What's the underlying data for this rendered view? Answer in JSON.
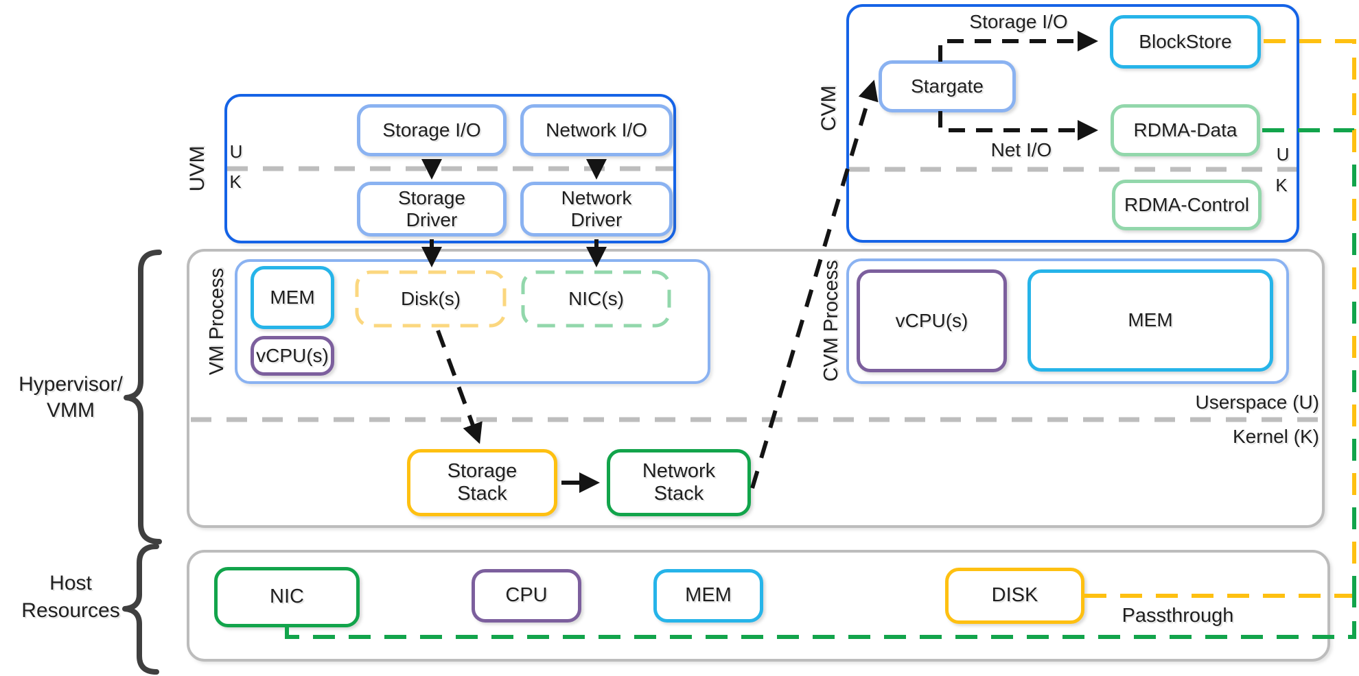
{
  "uvm": {
    "label": "UVM",
    "u": "U",
    "k": "K",
    "storage_io": "Storage I/O",
    "network_io": "Network I/O",
    "storage_driver": "Storage\nDriver",
    "network_driver": "Network\nDriver"
  },
  "cvm": {
    "label": "CVM",
    "u": "U",
    "k": "K",
    "stargate": "Stargate",
    "blockstore": "BlockStore",
    "rdma_data": "RDMA-Data",
    "rdma_control": "RDMA-Control",
    "storage_io_label": "Storage I/O",
    "net_io_label": "Net I/O"
  },
  "hypervisor": {
    "label_line1": "Hypervisor/",
    "label_line2": "VMM",
    "vm_process_label": "VM Process",
    "cvm_process_label": "CVM Process",
    "vm_mem": "MEM",
    "vm_vcpu": "vCPU(s)",
    "disks": "Disk(s)",
    "nics": "NIC(s)",
    "cvm_vcpu": "vCPU(s)",
    "cvm_mem": "MEM",
    "storage_stack": "Storage\nStack",
    "network_stack": "Network\nStack",
    "userspace": "Userspace (U)",
    "kernel": "Kernel (K)"
  },
  "host": {
    "label_line1": "Host",
    "label_line2": "Resources",
    "nic": "NIC",
    "cpu": "CPU",
    "mem": "MEM",
    "disk": "DISK",
    "passthrough": "Passthrough"
  },
  "colors": {
    "vm_border_blue": "#1563e6",
    "inner_light_blue": "#8ab2f1",
    "mem_cyan": "#26b4e9",
    "cpu_purple": "#7c5f9d",
    "network_green": "#12a44b",
    "rdma_light_green": "#92d7ab",
    "storage_amber": "#fec011",
    "disks_light_amber": "#fbd77f",
    "region_gray": "#bcbcbc",
    "divider_gray": "#bdbdbd",
    "arrow_black": "#141414",
    "brace_dark": "#3f3f3f"
  }
}
